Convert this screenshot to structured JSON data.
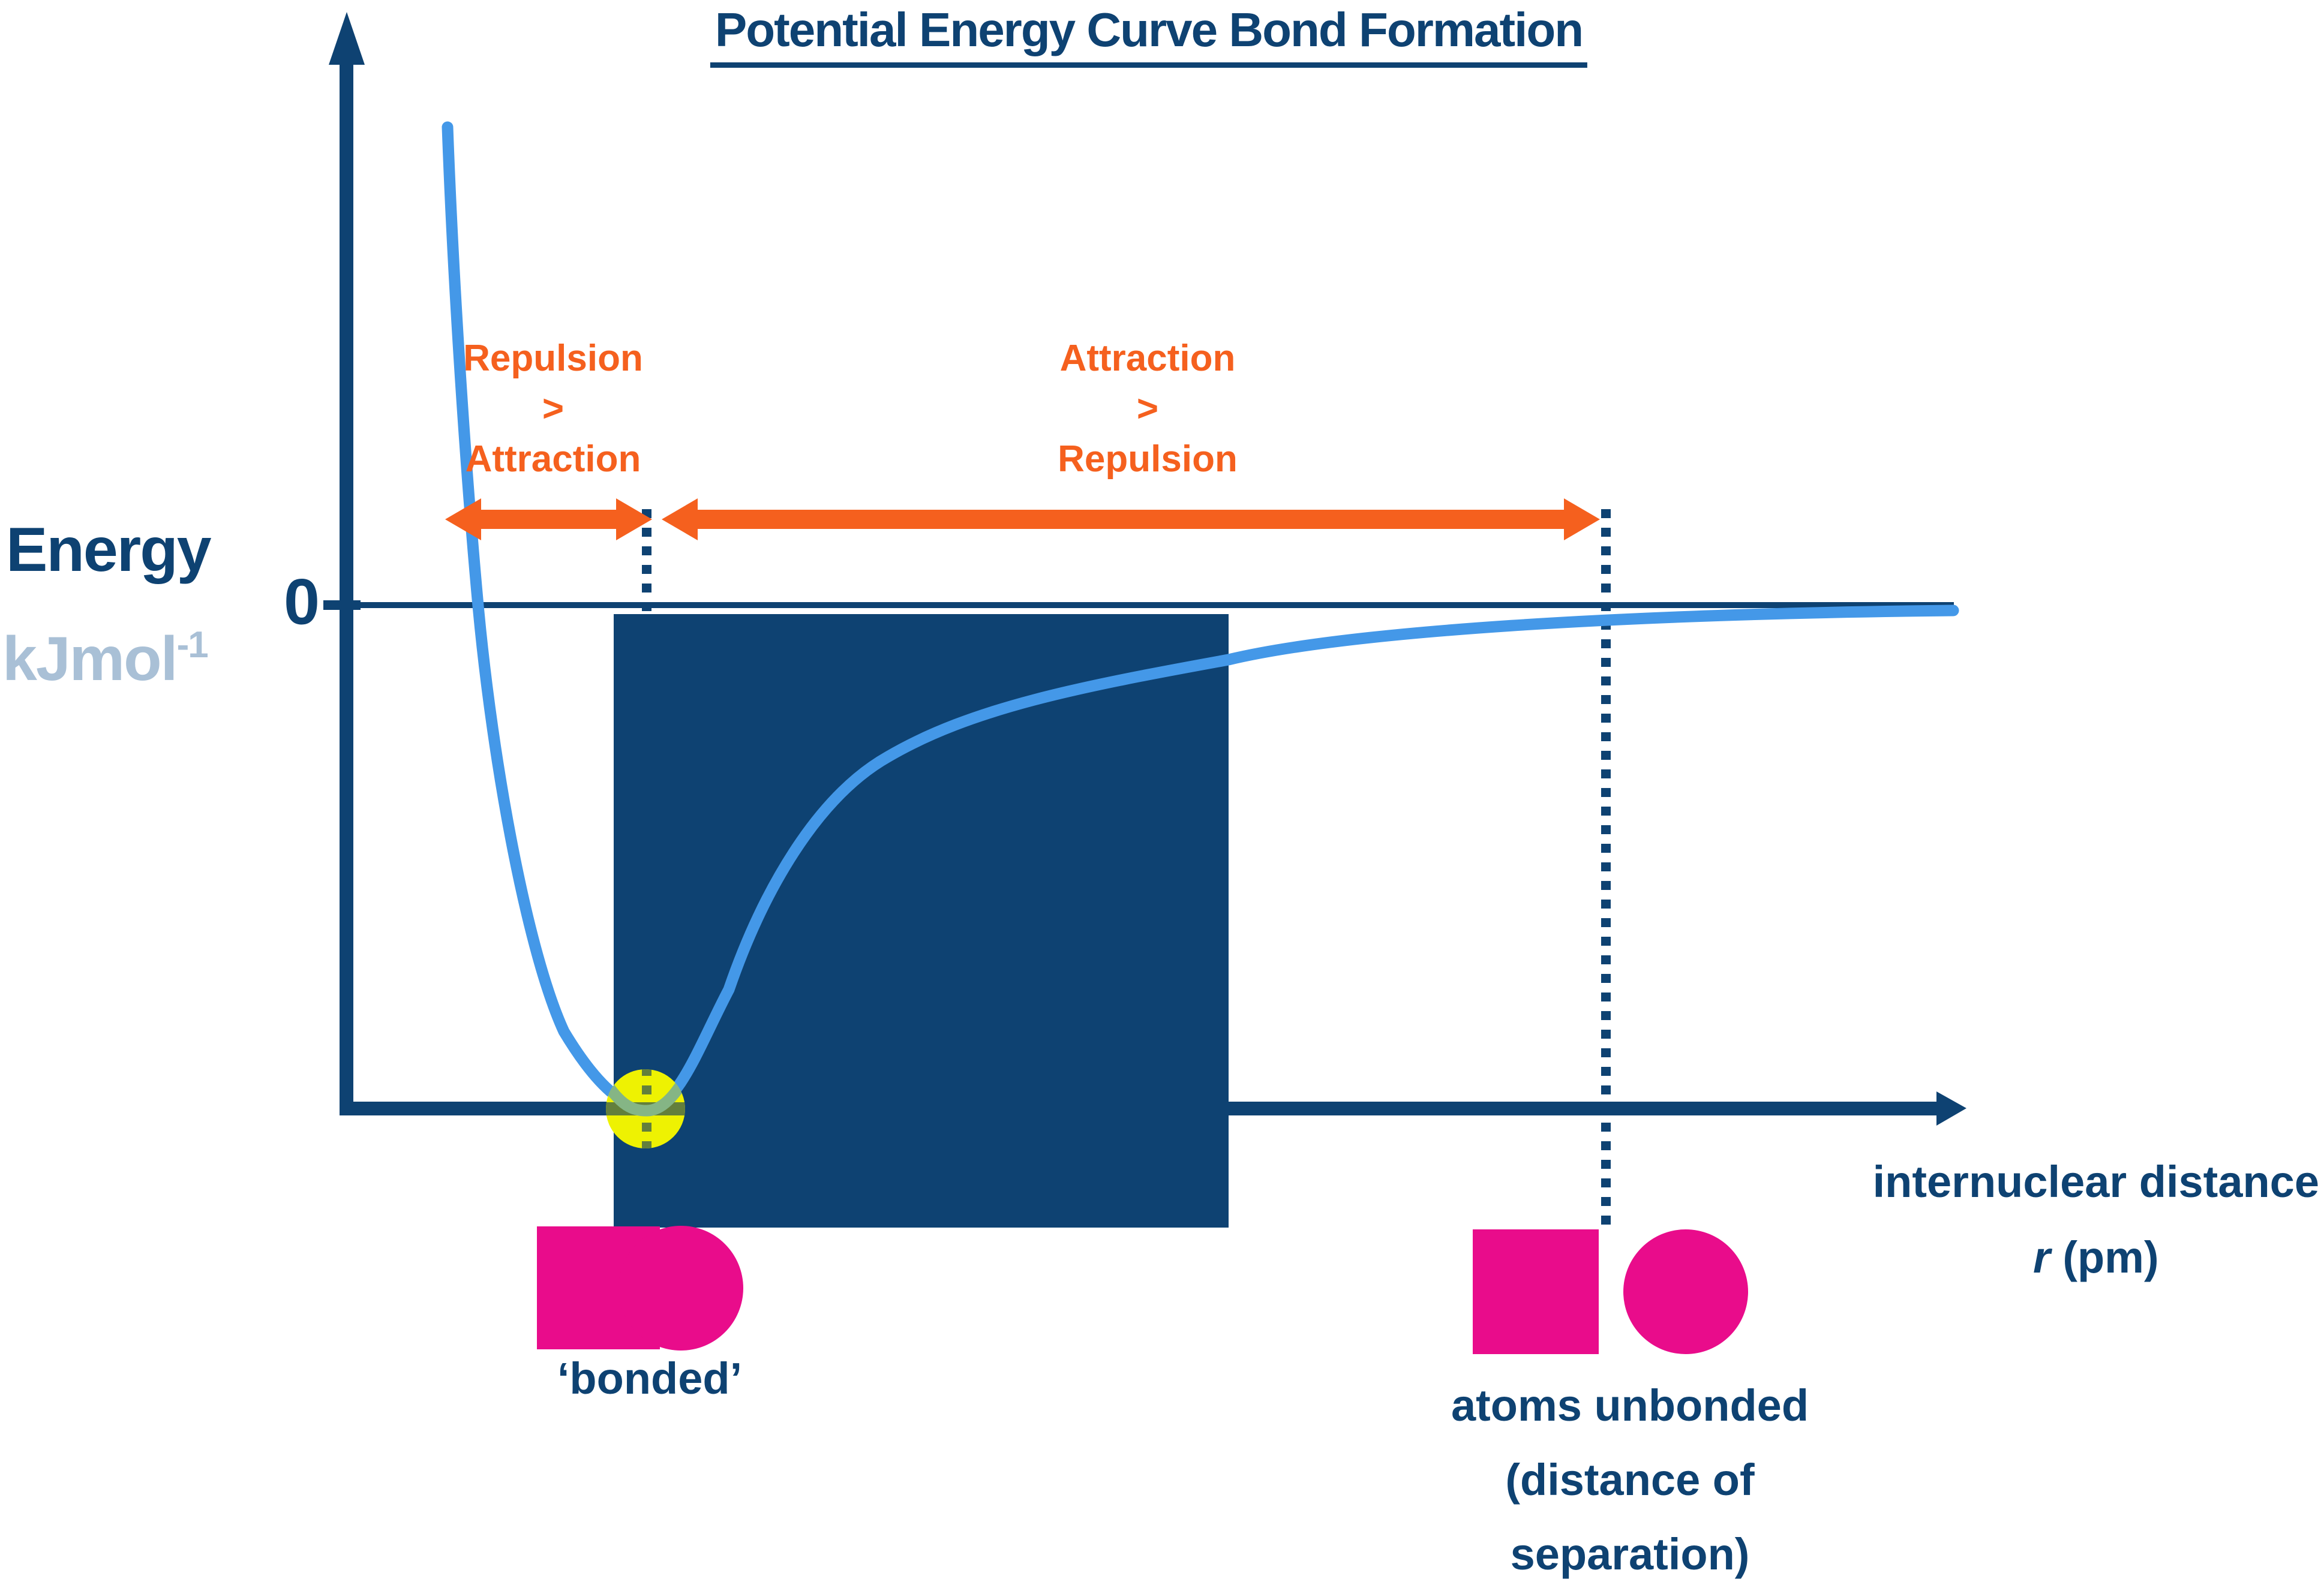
{
  "title": "Potential Energy Curve Bond Formation",
  "colors": {
    "navy": "#0e4272",
    "curve": "#4498e8",
    "orange": "#f5601e",
    "pink": "#e90c8b",
    "yellow": "#eef202",
    "olive": "#637f3c",
    "green": "#85b585",
    "lightblue": "#a9c0d6"
  },
  "y_axis": {
    "label": "Energy",
    "unit_base": "kJmol",
    "unit_superscript": "-1",
    "origin_label": "0"
  },
  "x_axis": {
    "label": "internuclear distance",
    "symbol": "r",
    "unit": " (pm)"
  },
  "regions": {
    "left": {
      "line1": "Repulsion",
      "line2": ">",
      "line3": "Attraction"
    },
    "right": {
      "line1": "Attraction",
      "line2": ">",
      "line3": "Repulsion"
    }
  },
  "captions": {
    "bonded": "‘bonded’",
    "unbonded_line1": "atoms unbonded",
    "unbonded_line2": "(distance of",
    "unbonded_line3": "separation)"
  }
}
